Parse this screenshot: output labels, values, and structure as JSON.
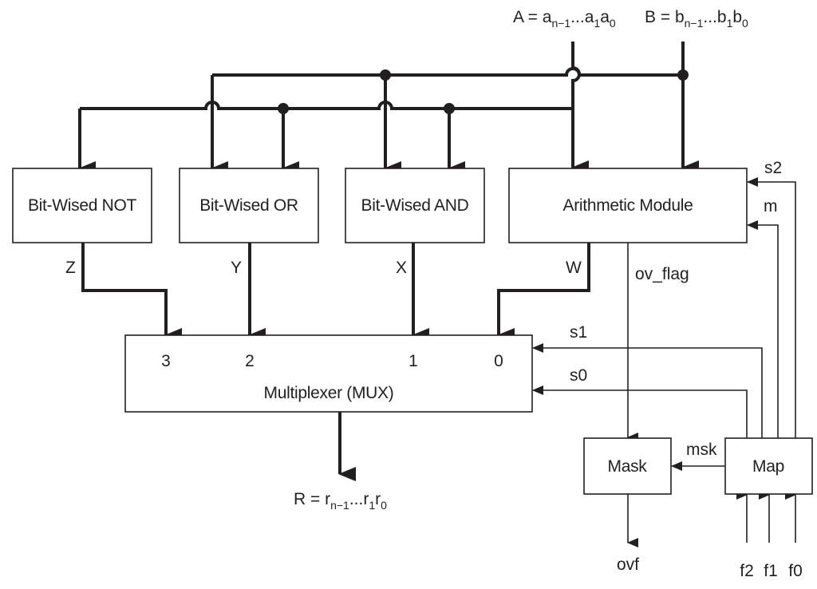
{
  "inputs": {
    "a_prefix": "A = a",
    "a_sub_high": "n−1",
    "a_mid": "...a",
    "a_sub_1": "1",
    "a_a": "a",
    "a_sub_0": "0",
    "b_prefix": "B = b",
    "b_sub_high": "n−1",
    "b_mid": "...b",
    "b_sub_1": "1",
    "b_b": "b",
    "b_sub_0": "0"
  },
  "modules": {
    "not": "Bit-Wised NOT",
    "or": "Bit-Wised OR",
    "and": "Bit-Wised AND",
    "arith": "Arithmetic Module",
    "mux": "Multiplexer (MUX)",
    "mask": "Mask",
    "map": "Map"
  },
  "signals": {
    "z": "Z",
    "y": "Y",
    "x": "X",
    "w": "W",
    "ov_flag": "ov_flag",
    "s2": "s2",
    "m": "m",
    "s1": "s1",
    "s0": "s0",
    "msk": "msk",
    "ovf": "ovf",
    "f2": "f2",
    "f1": "f1",
    "f0": "f0"
  },
  "mux_inputs": {
    "in3": "3",
    "in2": "2",
    "in1": "1",
    "in0": "0"
  },
  "output": {
    "r_prefix": "R = r",
    "r_sub_high": "n−1",
    "r_mid": "...r",
    "r_sub_1": "1",
    "r_r": "r",
    "r_sub_0": "0"
  }
}
